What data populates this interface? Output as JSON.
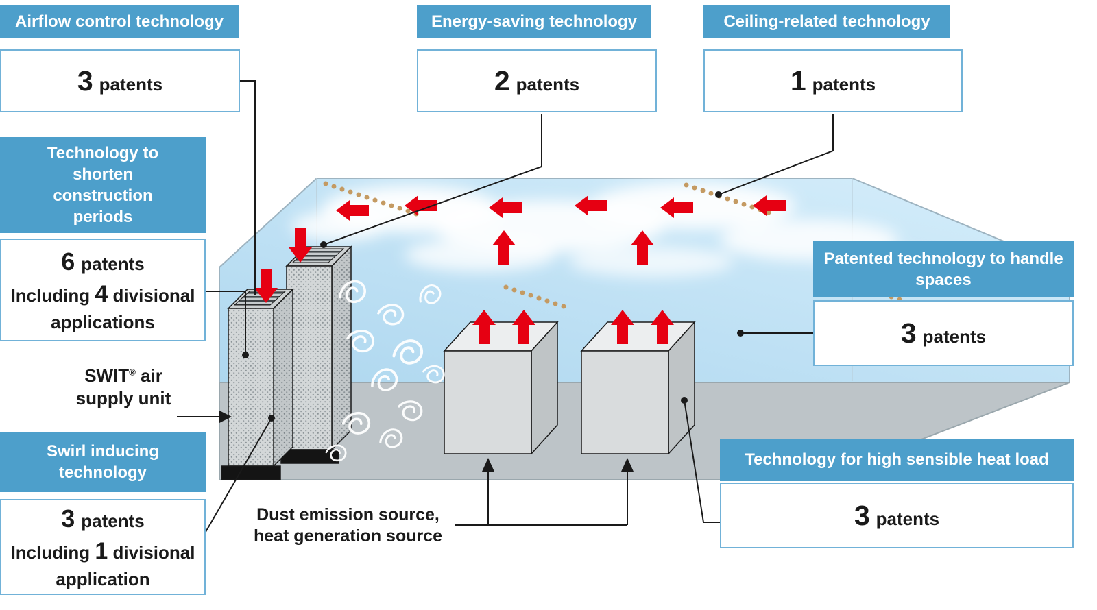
{
  "panels": {
    "airflow": {
      "title": "Airflow control technology",
      "num": "3",
      "unit": "patents"
    },
    "energy": {
      "title": "Energy-saving technology",
      "num": "2",
      "unit": "patents"
    },
    "ceiling": {
      "title": "Ceiling-related technology",
      "num": "1",
      "unit": "patents"
    },
    "construction": {
      "title": "Technology to shorten construction periods",
      "num": "6",
      "unit": "patents",
      "inc_prefix": "Including",
      "inc_num": "4",
      "inc_suffix": "divisional applications"
    },
    "swirl": {
      "title": "Swirl inducing technology",
      "num": "3",
      "unit": "patents",
      "inc_prefix": "Including",
      "inc_num": "1",
      "inc_suffix": "divisional application"
    },
    "spaces": {
      "title": "Patented technology to handle spaces",
      "num": "3",
      "unit": "patents"
    },
    "heat": {
      "title": "Technology for high sensible heat load",
      "num": "3",
      "unit": "patents"
    }
  },
  "annotations": {
    "swit_unit": {
      "brand": "SWIT",
      "reg": "®",
      "rest": " air",
      "line2": "supply unit"
    },
    "dust_source": {
      "line1": "Dust emission source,",
      "line2": "heat generation source"
    }
  },
  "colors": {
    "header_blue": "#4d9fcb",
    "box_border_blue": "#71b2d8",
    "arrow_red": "#e60012",
    "room_blue": "#aed7ef",
    "floor_gray": "#bdc4c8",
    "dust_dot": "#c49a62"
  }
}
